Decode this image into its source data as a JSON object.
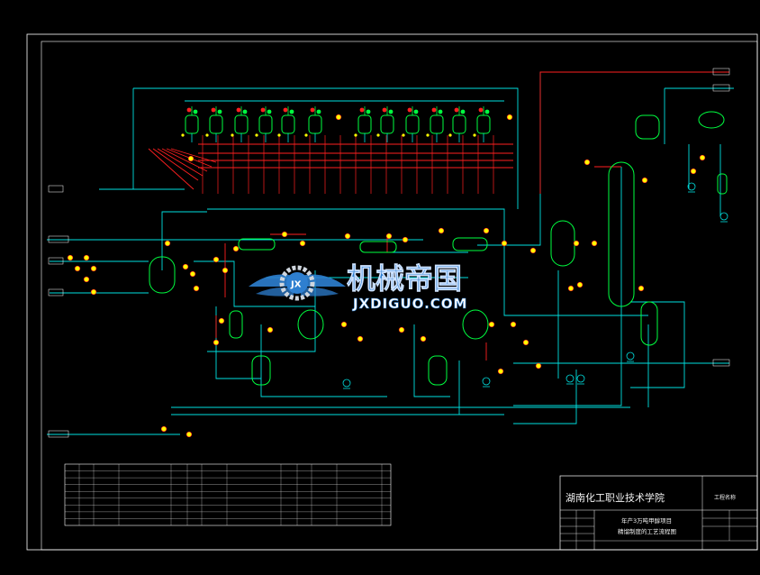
{
  "title_block": {
    "school": "湖南化工职业技术学院",
    "project_line1": "年产3万吨甲醇项目",
    "project_line2": "精馏制度的工艺流程图",
    "project_name_label": "工程名称"
  },
  "watermark": {
    "cn": "机械帝国",
    "en": "JXDIGUO.COM",
    "badge": "JX"
  },
  "colors": {
    "background": "#000000",
    "frame": "#ffffff",
    "main_line": "#00e5e5",
    "process_line": "#ff2020",
    "vessel": "#00ff40",
    "instrument": "#ffff00",
    "watermark_blue": "#2e7fd0"
  }
}
